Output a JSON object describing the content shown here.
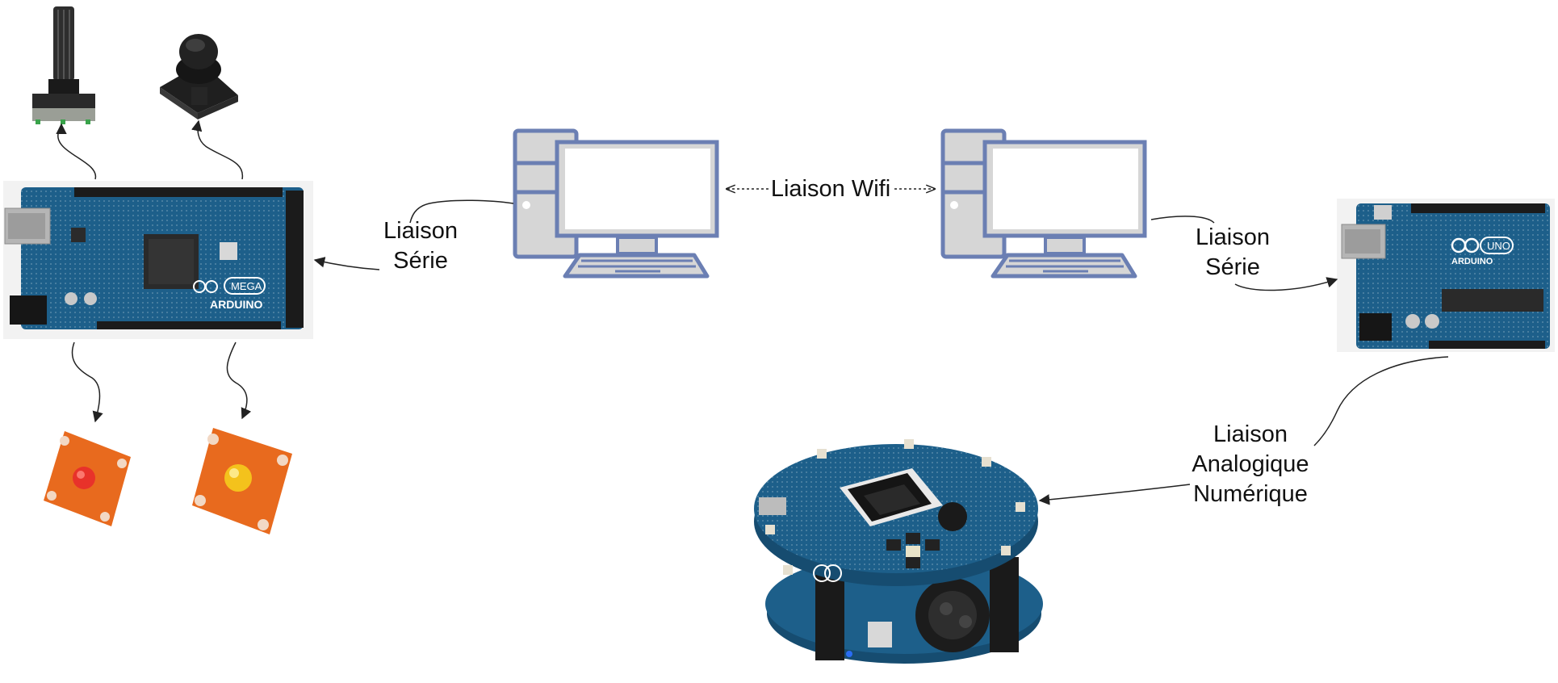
{
  "labels": {
    "serie_left": [
      "Liaison",
      "Série"
    ],
    "wifi": "Liaison Wifi",
    "serie_right": [
      "Liaison",
      "Série"
    ],
    "analog": [
      "Liaison",
      "Analogique",
      "Numérique"
    ]
  },
  "board_marks": {
    "mega_brand": "ARDUINO",
    "mega_model": "MEGA",
    "uno_brand": "ARDUINO",
    "uno_model": "UNO"
  },
  "colors": {
    "computer_stroke": "#6b7fb3",
    "computer_fill": "#d6d6d6",
    "screen_fill": "#ffffff",
    "board_blue": "#1d5f8a",
    "board_blue_dark": "#164c70",
    "led_module": "#e86a1e",
    "led_red": "#e8322a",
    "led_yellow": "#f4c21c",
    "arrow": "#222222"
  },
  "icons": [
    "potentiometer-icon",
    "joystick-icon",
    "arduino-mega-board",
    "arduino-uno-board",
    "red-led-module",
    "yellow-led-module",
    "computer-icon",
    "arduino-robot"
  ]
}
